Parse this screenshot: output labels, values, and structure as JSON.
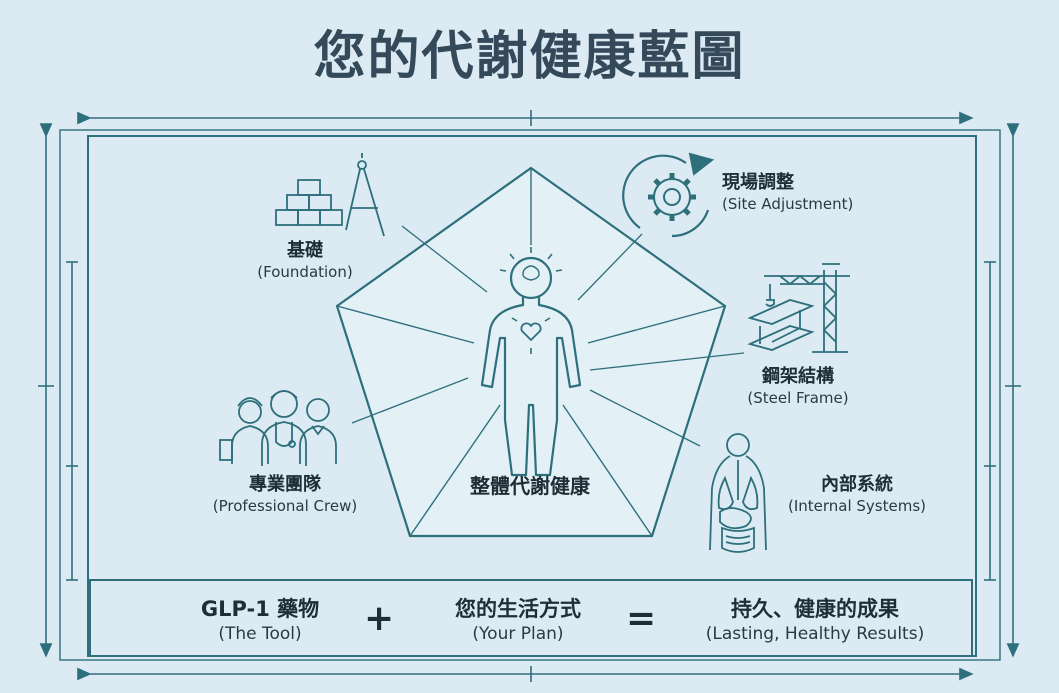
{
  "title": "您的代謝健康藍圖",
  "center": {
    "label": "整體代謝健康"
  },
  "nodes": [
    {
      "zh": "基礎",
      "en": "(Foundation)",
      "icon": "blueprint-blocks-compass-icon"
    },
    {
      "zh": "現場調整",
      "en": "(Site Adjustment)",
      "icon": "gear-arrow-icon"
    },
    {
      "zh": "鋼架結構",
      "en": "(Steel Frame)",
      "icon": "crane-beam-icon"
    },
    {
      "zh": "內部系統",
      "en": "(Internal Systems)",
      "icon": "organs-icon"
    },
    {
      "zh": "專業團隊",
      "en": "(Professional Crew)",
      "icon": "medical-team-icon"
    }
  ],
  "formula": {
    "term1": {
      "zh": "GLP-1 藥物",
      "en": "(The Tool)"
    },
    "plus": "+",
    "term2": {
      "zh": "您的生活方式",
      "en": "(Your Plan)"
    },
    "equals": "=",
    "result": {
      "zh": "持久、健康的成果",
      "en": "(Lasting, Healthy Results)"
    }
  },
  "colors": {
    "line": "#2e6f7c",
    "background": "#dcebf3",
    "title": "#34495a"
  }
}
